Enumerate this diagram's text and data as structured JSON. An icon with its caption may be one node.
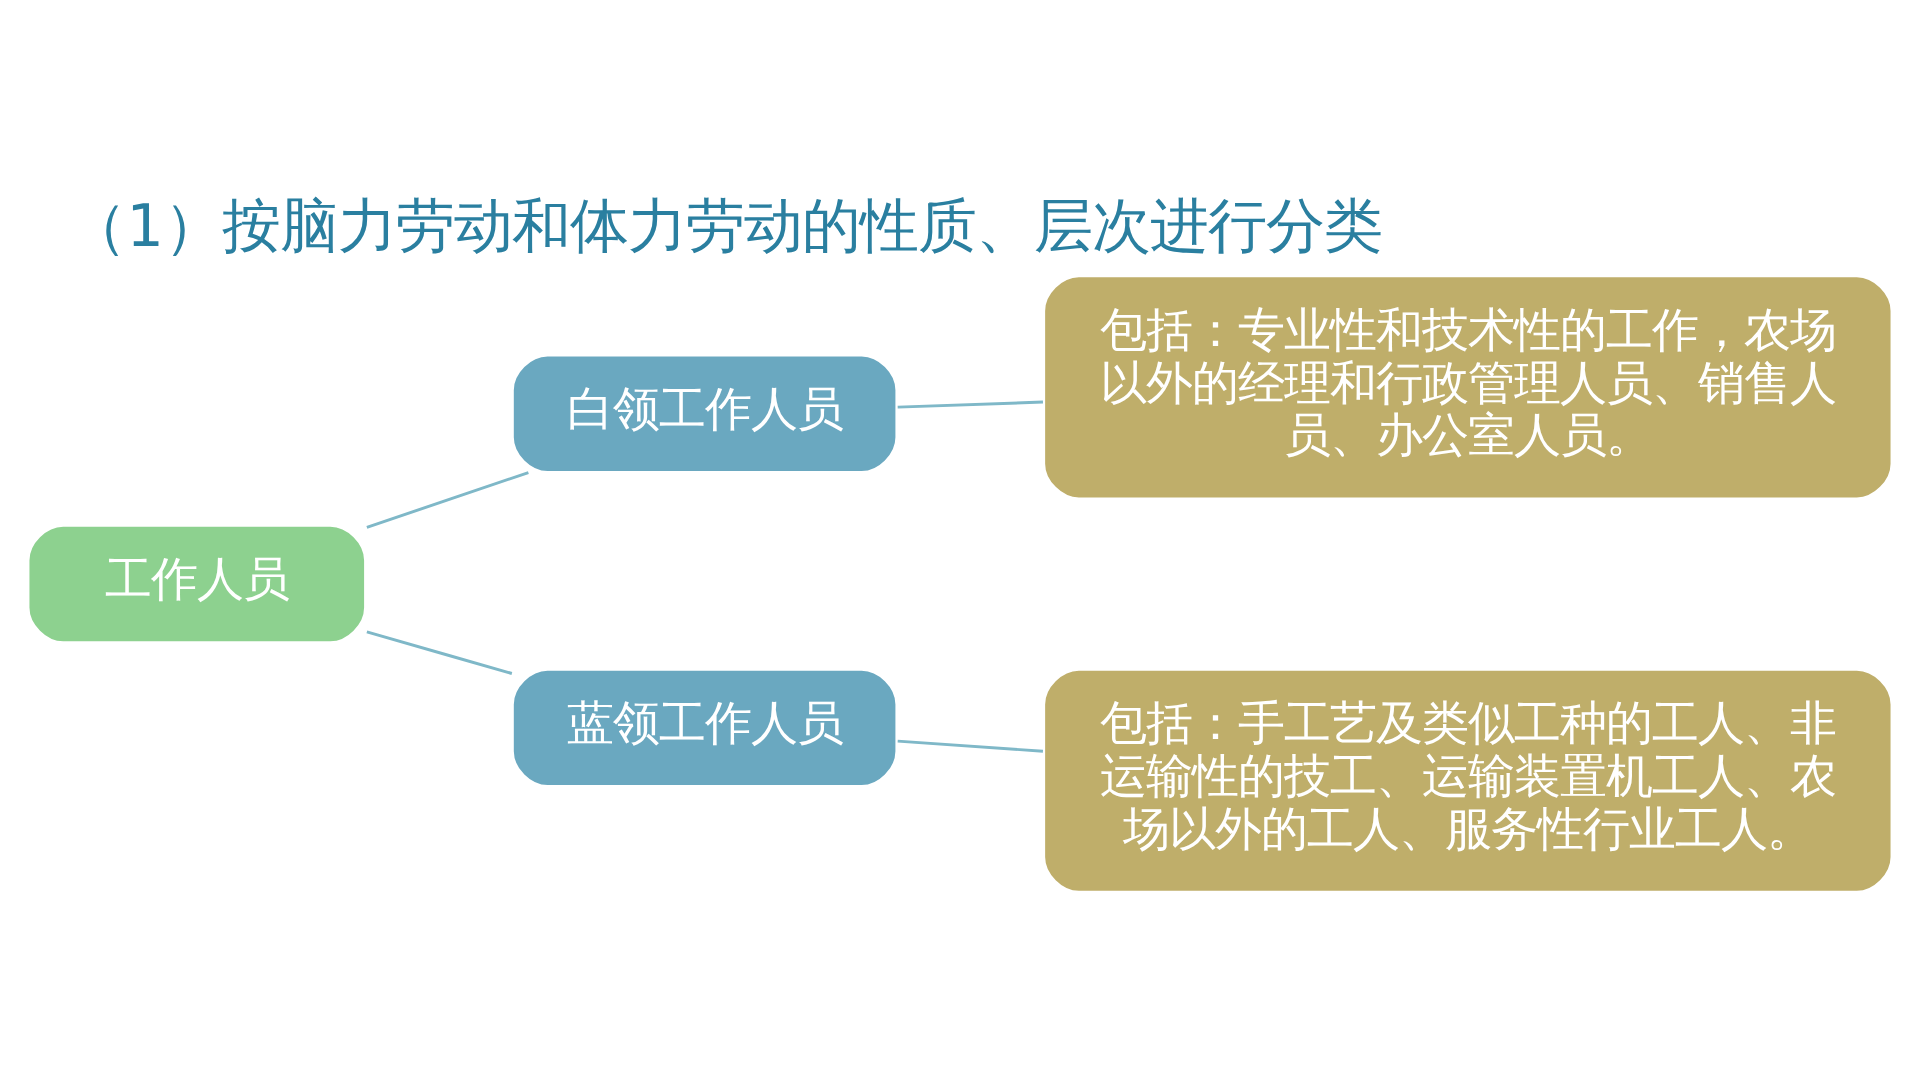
{
  "diagram": {
    "title": "（1）按脑力劳动和体力劳动的性质、层次进行分类",
    "nodes": [
      {
        "text": [
          "工作人员"
        ]
      },
      {
        "text": [
          "白领工作人员"
        ]
      },
      {
        "text": [
          "包括：专业性和技术性的工作，农场以外的经理和行政管理人员、销售人员、办公室人员。"
        ]
      },
      {
        "text": [
          "蓝领工作人员"
        ]
      },
      {
        "text": [
          "包括：手工艺及类似工种的工人、非运输性的技工、运输装置机工人、农场以外的工人、服务性行业工人。"
        ]
      }
    ],
    "edges": [
      {
        "from": 0,
        "to": 1,
        "arrow": "none"
      },
      {
        "from": 1,
        "to": 2,
        "arrow": "none"
      },
      {
        "from": 0,
        "to": 3,
        "arrow": "none"
      },
      {
        "from": 3,
        "to": 4,
        "arrow": "none"
      }
    ]
  }
}
